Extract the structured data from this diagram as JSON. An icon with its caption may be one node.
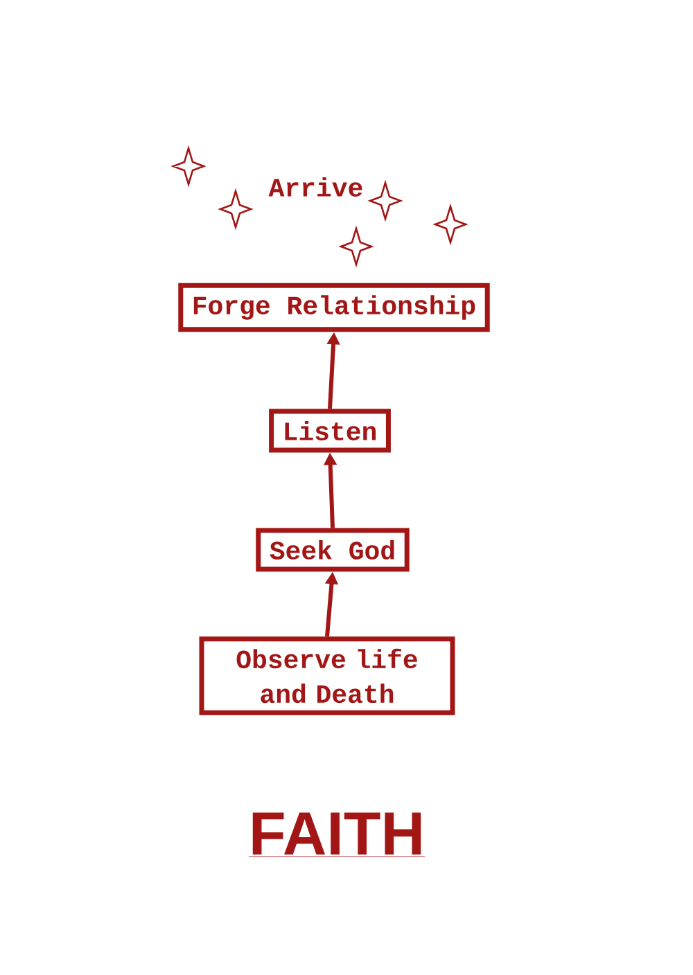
{
  "diagram": {
    "title": "FAITH",
    "nodes": [
      {
        "text": [
          "Forge Relationship"
        ]
      },
      {
        "text": [
          "Listen"
        ]
      },
      {
        "text": [
          "Seek God"
        ]
      },
      {
        "text": [
          "Observe life and Death"
        ]
      }
    ],
    "edges": [
      {
        "from": 3,
        "to": 2,
        "arrow": "to"
      },
      {
        "from": 2,
        "to": 1,
        "arrow": "to"
      },
      {
        "from": 1,
        "to": 0,
        "arrow": "to"
      }
    ],
    "labels": [
      "Arrive"
    ]
  }
}
